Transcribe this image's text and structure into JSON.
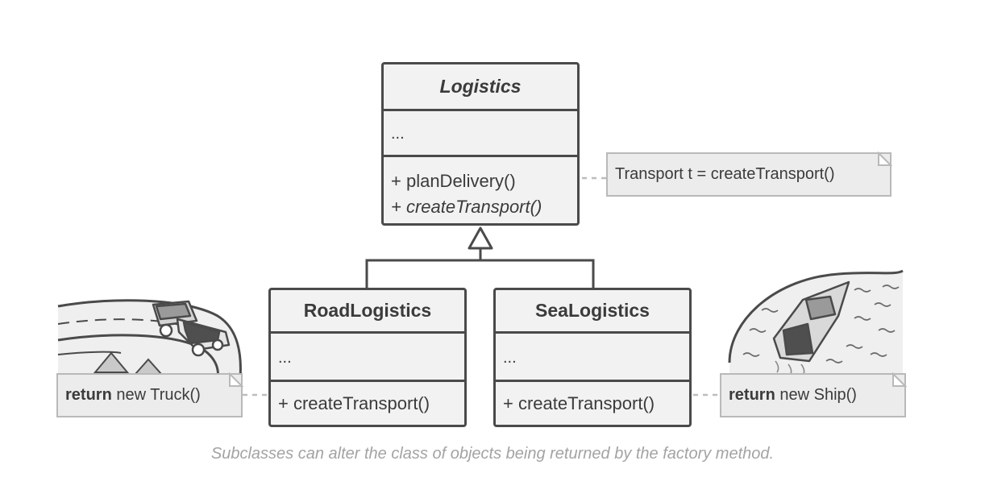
{
  "diagram": {
    "base_class": {
      "name": "Logistics",
      "fields": "...",
      "methods": [
        "+ planDelivery()",
        "+ createTransport()"
      ]
    },
    "subclasses": [
      {
        "name": "RoadLogistics",
        "fields": "...",
        "method": "+ createTransport()"
      },
      {
        "name": "SeaLogistics",
        "fields": "...",
        "method": "+ createTransport()"
      }
    ],
    "notes": {
      "plan_delivery": "Transport t = createTransport()",
      "road_keyword": "return",
      "road_rest": " new Truck()",
      "sea_keyword": "return",
      "sea_rest": " new Ship()"
    },
    "caption": "Subclasses can alter the class of objects being returned by the factory method."
  },
  "colors": {
    "outline": "#4a4a4a",
    "box_fill": "#f2f2f2",
    "note_fill": "#ececec",
    "note_border": "#b9b9b9",
    "caption": "#a3a3a3"
  }
}
